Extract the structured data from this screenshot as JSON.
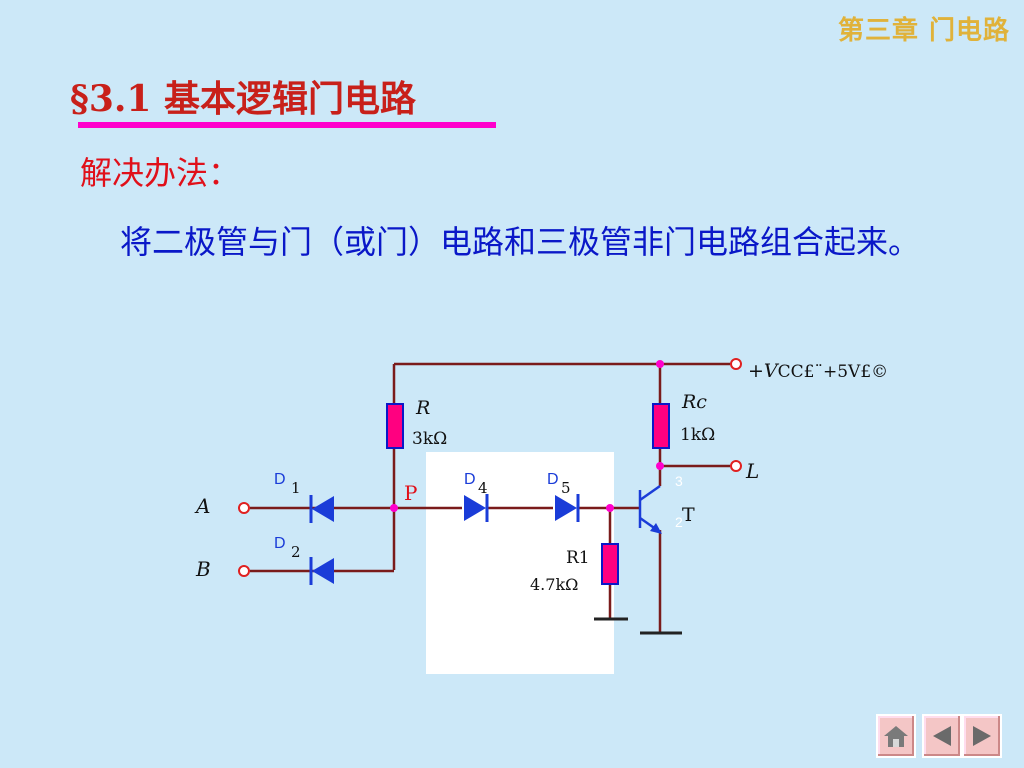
{
  "header": {
    "chapter": "第三章 门电路",
    "section_title": "§3.1 基本逻辑门电路"
  },
  "content": {
    "subheading": "解决办法：",
    "paragraph": "将二极管与门（或门）电路和三极管非门电路组合起来。"
  },
  "circuit": {
    "label_A": "A",
    "label_B": "B",
    "label_D1": "D",
    "label_D1_sub": "1",
    "label_D2": "D",
    "label_D2_sub": "2",
    "label_D4": "D",
    "label_D4_sub": "4",
    "label_D5": "D",
    "label_D5_sub": "5",
    "label_P": "P",
    "label_R": "R",
    "label_R_value": "3kΩ",
    "label_Rc": "Rc",
    "label_Rc_value": "1kΩ",
    "label_R1": "R1",
    "label_R1_value": "4.7kΩ",
    "label_L": "L",
    "label_T": "T",
    "label_pin3": "3",
    "label_pin2": "2",
    "label_vcc_plus": "+",
    "label_vcc_V": "V",
    "label_vcc_rest": "CC£¨+5V£©"
  },
  "colors": {
    "background": "#cce8f8",
    "wire": "#7a1b1b",
    "resistor_fill": "#ff0080",
    "resistor_border": "#0a18c8",
    "diode": "#1a3cd8",
    "node": "#ff00cc",
    "terminal": "#e02020",
    "title": "#c8201a",
    "chapter": "#e0b23a",
    "body": "#0a18c8"
  },
  "navigation": {
    "home_icon": "home-icon",
    "prev_icon": "triangle-left-icon",
    "next_icon": "triangle-right-icon"
  }
}
